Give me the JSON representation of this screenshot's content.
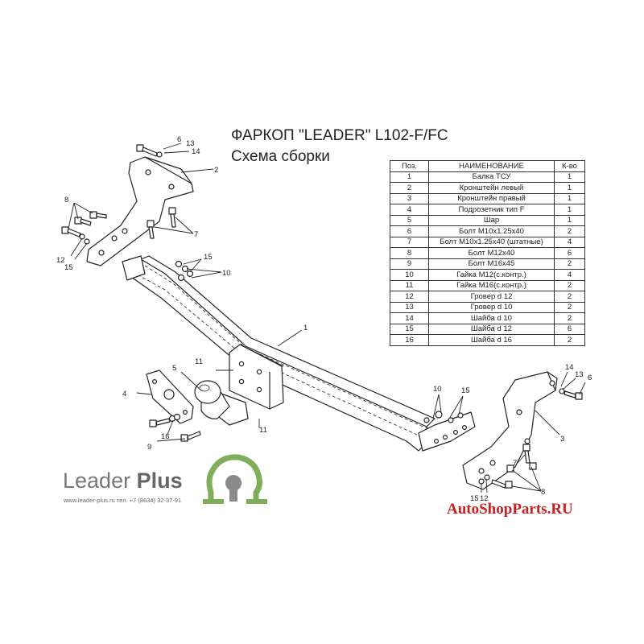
{
  "title": "ФАРКОП \"LEADER\" L102-F/FC",
  "subtitle": "Схема сборки",
  "table": {
    "headers": [
      "Поз.",
      "НАИМЕНОВАНИЕ",
      "К-во"
    ],
    "rows": [
      [
        "1",
        "Балка ТСУ",
        "1"
      ],
      [
        "2",
        "Кронштейн левый",
        "1"
      ],
      [
        "3",
        "Кронштейн правый",
        "1"
      ],
      [
        "4",
        "Подрозетник тип F",
        "1"
      ],
      [
        "5",
        "Шар",
        "1"
      ],
      [
        "6",
        "Болт М10х1.25х40",
        "2"
      ],
      [
        "7",
        "Болт М10х1.25х40 (штатные)",
        "4"
      ],
      [
        "8",
        "Болт М12х40",
        "6"
      ],
      [
        "9",
        "Болт М16х45",
        "2"
      ],
      [
        "10",
        "Гайка М12(с.контр.)",
        "4"
      ],
      [
        "11",
        "Гайка  М16(с.контр.)",
        "2"
      ],
      [
        "12",
        "Гровер d 12",
        "2"
      ],
      [
        "13",
        "Гровер d 10",
        "2"
      ],
      [
        "14",
        "Шайба d 10",
        "2"
      ],
      [
        "15",
        "Шайба d 12",
        "6"
      ],
      [
        "16",
        "Шайба d 16",
        "2"
      ]
    ]
  },
  "callouts": {
    "c_6a": "6",
    "c_13a": "13",
    "c_14a": "14",
    "c_2": "2",
    "c_8a": "8",
    "c_7a": "7",
    "c_12a": "12",
    "c_15a": "15",
    "c_15b": "15",
    "c_10a": "10",
    "c_1": "1",
    "c_11a": "11",
    "c_5": "5",
    "c_4": "4",
    "c_11b": "11",
    "c_16": "16",
    "c_9": "9",
    "c_10b": "10",
    "c_15c": "15",
    "c_14b": "14",
    "c_13b": "13",
    "c_6b": "6",
    "c_3": "3",
    "c_7b": "7",
    "c_8b": "8",
    "c_15d": "15",
    "c_12b": "12"
  },
  "brand": {
    "name_light": "Leader",
    "name_bold": "Plus",
    "contacts": "www.leader-plus.ru    тел. +7 (8634) 32-37-91"
  },
  "watermark": "AutoShopParts.RU",
  "colors": {
    "line": "#222222",
    "logo_green": "#7fae5a",
    "logo_gray": "#8a8a8a",
    "watermark": "#c62020"
  }
}
